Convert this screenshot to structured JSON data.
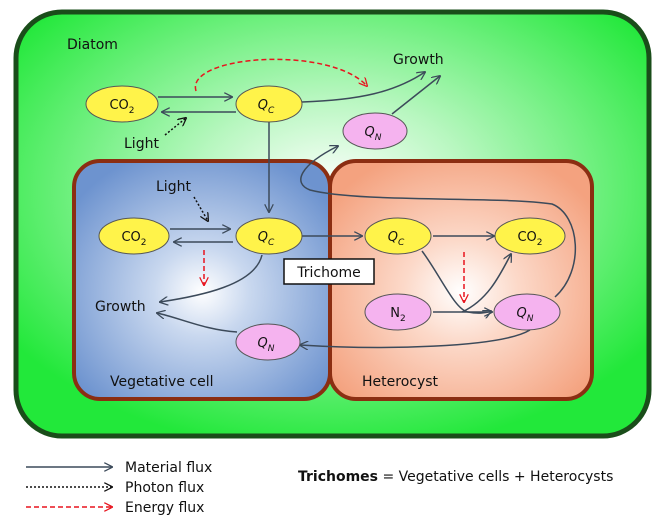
{
  "regions": {
    "diatom": "Diatom",
    "vegetative": "Vegetative cell",
    "heterocyst": "Heterocyst",
    "trichome": "Trichome"
  },
  "diatom": {
    "co2": {
      "base": "CO",
      "sub": "2"
    },
    "qc": {
      "base": "Q",
      "sub": "C"
    },
    "qn": {
      "base": "Q",
      "sub": "N"
    },
    "light": "Light",
    "growth": "Growth"
  },
  "vegetative": {
    "co2": {
      "base": "CO",
      "sub": "2"
    },
    "qc": {
      "base": "Q",
      "sub": "C"
    },
    "qn": {
      "base": "Q",
      "sub": "N"
    },
    "light": "Light",
    "growth": "Growth"
  },
  "heterocyst": {
    "qc": {
      "base": "Q",
      "sub": "C"
    },
    "co2": {
      "base": "CO",
      "sub": "2"
    },
    "n2": {
      "base": "N",
      "sub": "2"
    },
    "qn": {
      "base": "Q",
      "sub": "N"
    }
  },
  "legend": {
    "material": "Material flux",
    "photon": "Photon flux",
    "energy": "Energy flux"
  },
  "equation": {
    "bold": "Trichomes",
    "rest": " = Vegetative cells + Heterocysts"
  },
  "colors": {
    "diatom_fill": "#22e83a",
    "diatom_border": "#1a4d1a",
    "vegetative_fill": "#7a9fd6",
    "heterocyst_fill": "#f5a98a",
    "cell_border": "#8b2e12",
    "yellow_node": "#fff34a",
    "pink_node": "#f5b3ef",
    "material_arrow": "#3c4a5a",
    "energy_arrow": "#e8141e"
  }
}
